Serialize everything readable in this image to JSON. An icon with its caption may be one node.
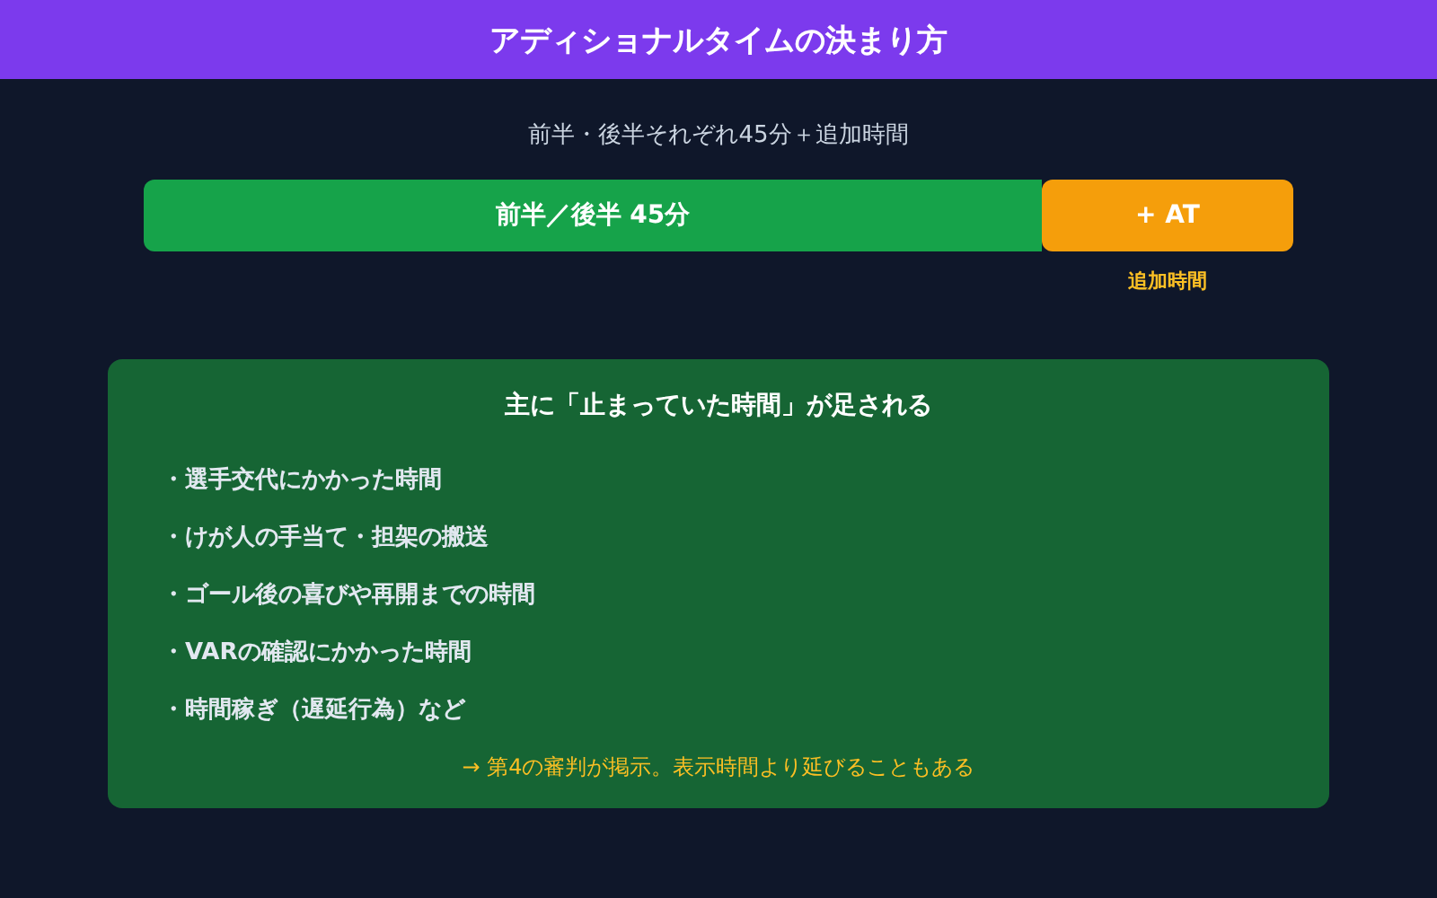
{
  "diagram": {
    "title": "アディショナルタイムの決まり方",
    "nodes": [
      {
        "text": [
          "前半／後半 45分"
        ]
      },
      {
        "text": [
          "+ AT"
        ],
        "beside": [
          "追加時間"
        ]
      },
      {
        "text": [
          "主に「止まっていた時間」が足される",
          "・選手交代にかかった時間",
          "・けが人の手当て・担架の搬送",
          "・ゴール後の喜びや再開までの時間",
          "・VARの確認にかかった時間",
          "・時間稼ぎ（遅延行為）など",
          "→ 第4の審判が掲示。表示時間より延びることもある"
        ]
      }
    ],
    "labels": [
      "前半・後半それぞれ45分＋追加時間"
    ]
  }
}
